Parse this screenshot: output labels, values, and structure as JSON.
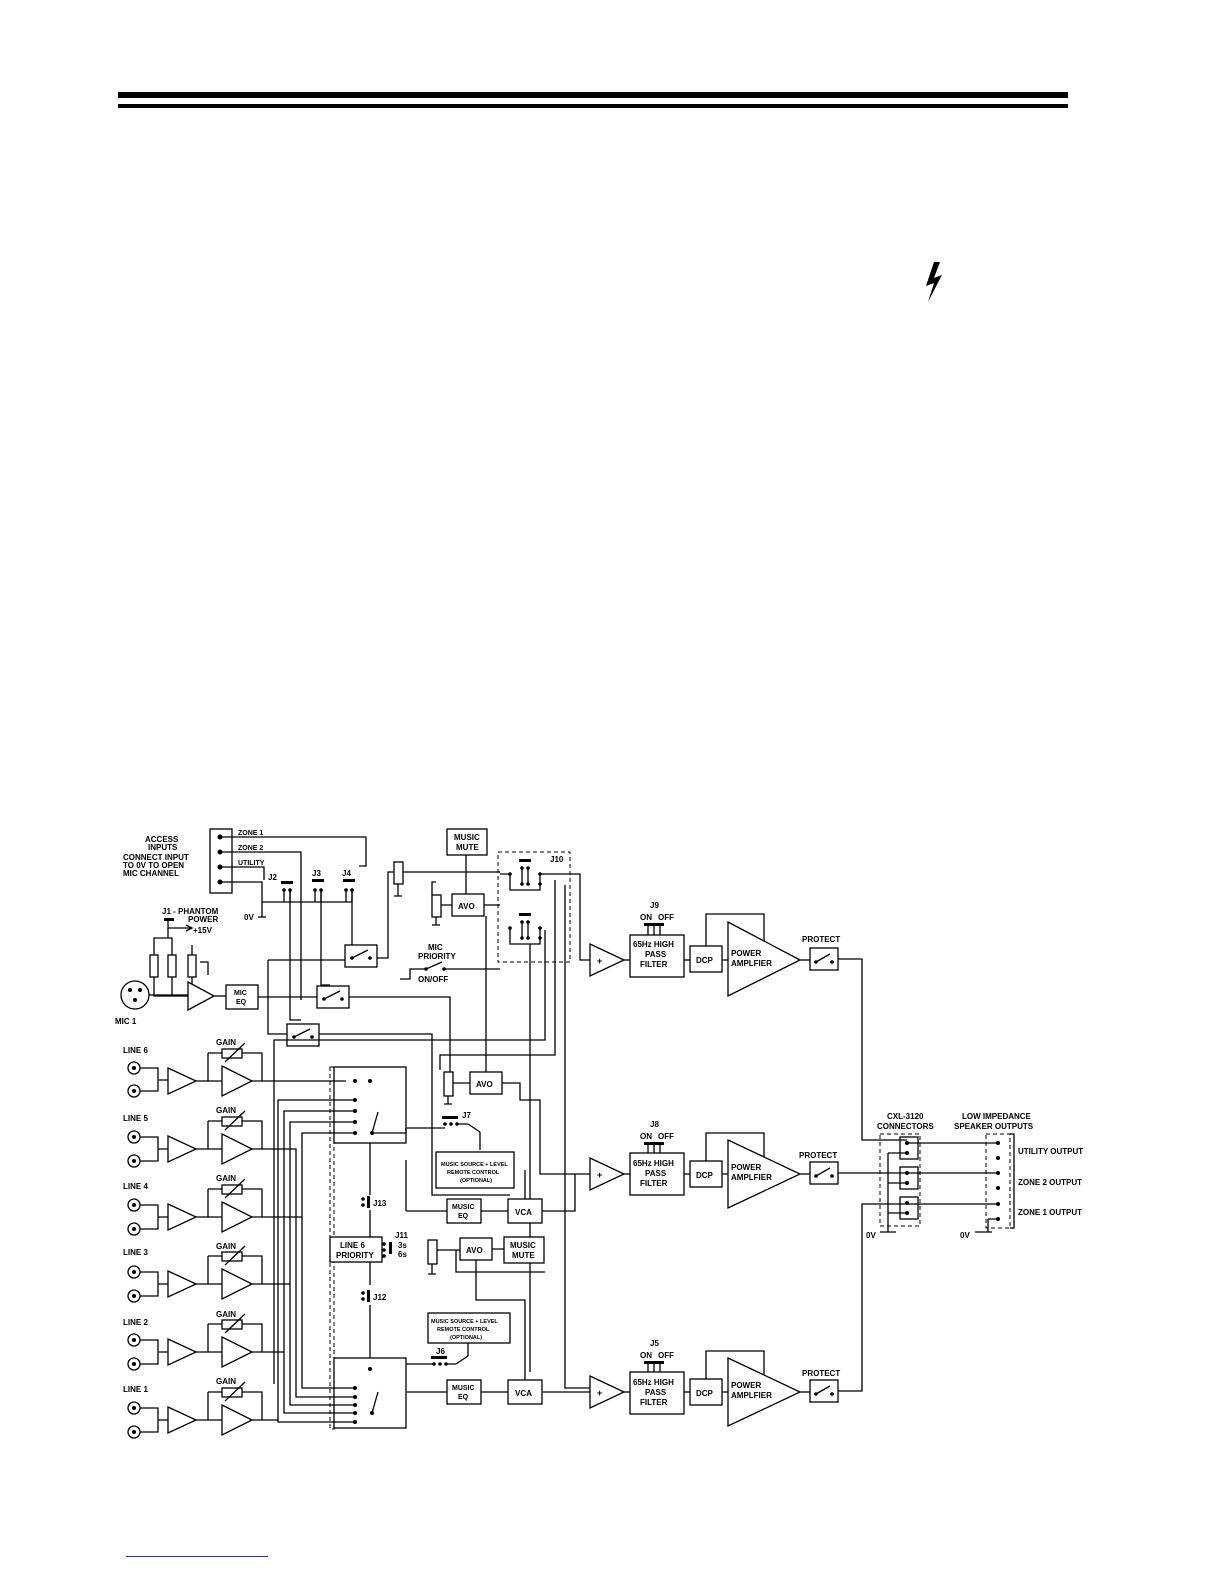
{
  "labels": {
    "access_inputs_1": "ACCESS",
    "access_inputs_2": "INPUTS",
    "access_note_1": "CONNECT INPUT",
    "access_note_2": "TO 0V TO OPEN",
    "access_note_3": "MIC CHANNEL",
    "zone1": "ZONE 1",
    "zone2": "ZONE 2",
    "utility": "UTILITY",
    "zero_v": "0V",
    "j1_phantom": "J1 - PHANTOM",
    "power": "POWER",
    "plus15v": "+15V",
    "j2": "J2",
    "j3": "J3",
    "j4": "J4",
    "j5": "J5",
    "j6": "J6",
    "j7": "J7",
    "j8": "J8",
    "j9": "J9",
    "j10": "J10",
    "j11": "J11",
    "j12": "J12",
    "j13": "J13",
    "t3s": "3s",
    "t6s": "6s",
    "mic1": "MIC 1",
    "mic_eq_1": "MIC",
    "mic_eq_2": "EQ",
    "music_mute_1": "MUSIC",
    "music_mute_2": "MUTE",
    "avo": "AVO",
    "mic_priority_1": "MIC",
    "mic_priority_2": "PRIORITY",
    "on_off": "ON/OFF",
    "gain": "GAIN",
    "line6": "LINE 6",
    "line5": "LINE 5",
    "line4": "LINE 4",
    "line3": "LINE 3",
    "line2": "LINE 2",
    "line1": "LINE 1",
    "remote_1": "MUSIC SOURCE + LEVEL",
    "remote_2": "REMOTE CONTROL",
    "remote_3": "(OPTIONAL)",
    "line6_priority_1": "LINE 6",
    "line6_priority_2": "PRIORITY",
    "music_eq_1": "MUSIC",
    "music_eq_2": "EQ",
    "vca": "VCA",
    "plus": "+",
    "on": "ON",
    "off": "OFF",
    "hpf_1": "65Hz HIGH",
    "hpf_2": "PASS",
    "hpf_3": "FILTER",
    "dcp": "DCP",
    "power_amp_1": "POWER",
    "power_amp_2": "AMPLFIER",
    "protect": "PROTECT",
    "cxl_1": "CXL-3120",
    "cxl_2": "CONNECTORS",
    "low_imp_1": "LOW IMPEDANCE",
    "low_imp_2": "SPEAKER OUTPUTS",
    "utility_output": "UTILITY OUTPUT",
    "zone2_output": "ZONE 2 OUTPUT",
    "zone1_output": "ZONE 1 OUTPUT"
  }
}
